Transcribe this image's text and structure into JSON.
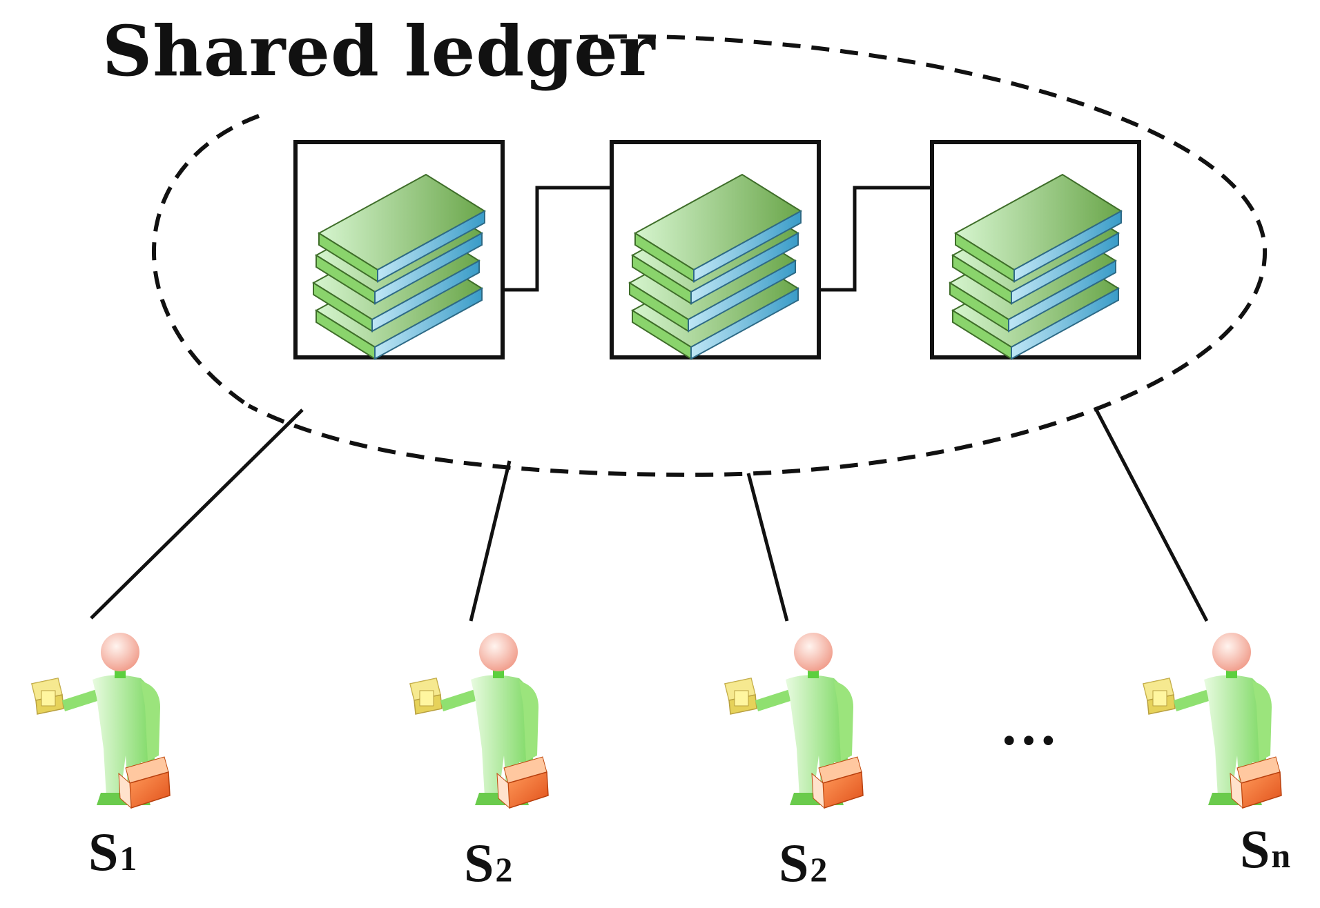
{
  "title": "Shared ledger",
  "ellipsis": "…",
  "actors": [
    {
      "main": "S",
      "sub": "1"
    },
    {
      "main": "S",
      "sub": "2"
    },
    {
      "main": "S",
      "sub": "2"
    },
    {
      "main": "S",
      "sub": "n"
    }
  ],
  "colors": {
    "book_cover_light": "#c8f0c0",
    "book_cover_dark": "#5a9a3a",
    "book_pages": "#7cc8e8",
    "person_body": "#a8e890",
    "person_head": "#f8c8b8",
    "briefcase": "#f06a2a",
    "device": "#f0e070"
  }
}
